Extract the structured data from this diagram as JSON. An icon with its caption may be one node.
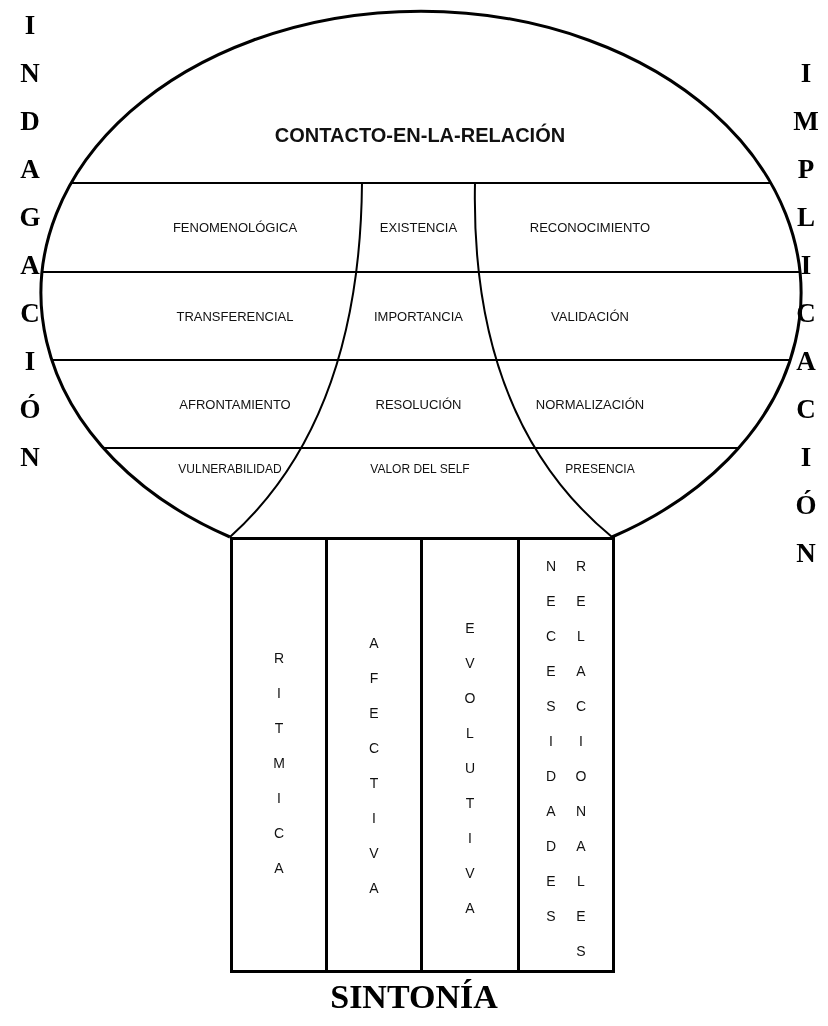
{
  "diagram": {
    "nodes": [
      {
        "text": [
          "CONTACTO-EN-LA-RELACIÓN"
        ]
      },
      {
        "text": [
          "FENOMENOLÓGICA"
        ],
        "in": 0
      },
      {
        "text": [
          "EXISTENCIA"
        ],
        "in": 0
      },
      {
        "text": [
          "RECONOCIMIENTO"
        ],
        "in": 0
      },
      {
        "text": [
          "TRANSFERENCIAL"
        ],
        "in": 0
      },
      {
        "text": [
          "IMPORTANCIA"
        ],
        "in": 0
      },
      {
        "text": [
          "VALIDACIÓN"
        ],
        "in": 0
      },
      {
        "text": [
          "AFRONTAMIENTO"
        ],
        "in": 0
      },
      {
        "text": [
          "RESOLUCIÓN"
        ],
        "in": 0
      },
      {
        "text": [
          "NORMALIZACIÓN"
        ],
        "in": 0
      },
      {
        "text": [
          "VULNERABILIDAD"
        ],
        "in": 0
      },
      {
        "text": [
          "VALOR DEL SELF"
        ],
        "in": 0
      },
      {
        "text": [
          "PRESENCIA"
        ],
        "in": 0
      },
      {
        "text": [
          "RITMICA"
        ]
      },
      {
        "text": [
          "AFECTIVA"
        ]
      },
      {
        "text": [
          "EVOLUTIVA"
        ]
      },
      {
        "text": [
          "NECESIDADES RELACIONALES"
        ]
      }
    ],
    "labels": [
      "INDAGACIÓN",
      "IMPLICACIÓN",
      "SINTONÍA"
    ]
  }
}
